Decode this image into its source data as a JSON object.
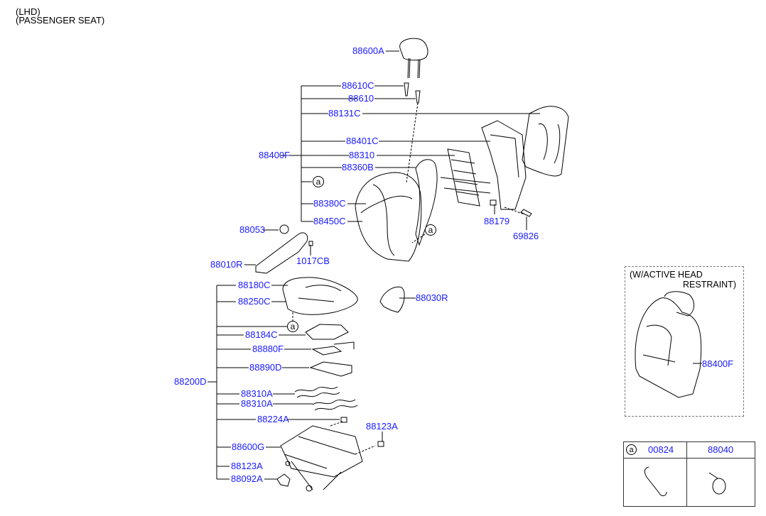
{
  "header": {
    "line1": "(LHD)",
    "line2": "(PASSENGER SEAT)"
  },
  "colors": {
    "part_label": "#1a1aff",
    "line": "#000000",
    "background": "#ffffff"
  },
  "groups": {
    "seatback_assembly": "88400F",
    "cushion_assembly": "88200D"
  },
  "labels": {
    "headrest": "88600A",
    "guide_88610C": "88610C",
    "guide_88610": "88610",
    "back_board": "88131C",
    "back_frame": "88401C",
    "back_spring": "88310",
    "back_pad_side": "88360B",
    "back_cover": "88380C",
    "back_cover_side": "88450C",
    "clip_a": "a",
    "knob": "88053",
    "recliner_cover": "88010R",
    "screw": "1017CB",
    "stopper": "88179",
    "bolt": "69826",
    "cushion_cover": "88180C",
    "cushion_cover_side": "88250C",
    "cushion_clip_a": "a",
    "cushion_pad": "88184C",
    "sensor": "88880F",
    "mat": "88890D",
    "spring_1": "88310A",
    "spring_2": "88310A",
    "bracket": "88224A",
    "track": "88600G",
    "cap_lower": "88123A",
    "cover_lower": "88092A",
    "cap_right": "88123A",
    "shield": "88030R",
    "back_clip_a": "a"
  },
  "inset": {
    "title_line1": "(W/ACTIVE HEAD",
    "title_line2": "RESTRAINT)",
    "part": "88400F"
  },
  "legend_table": {
    "ref_symbol": "a",
    "columns": [
      "00824",
      "88040"
    ]
  }
}
